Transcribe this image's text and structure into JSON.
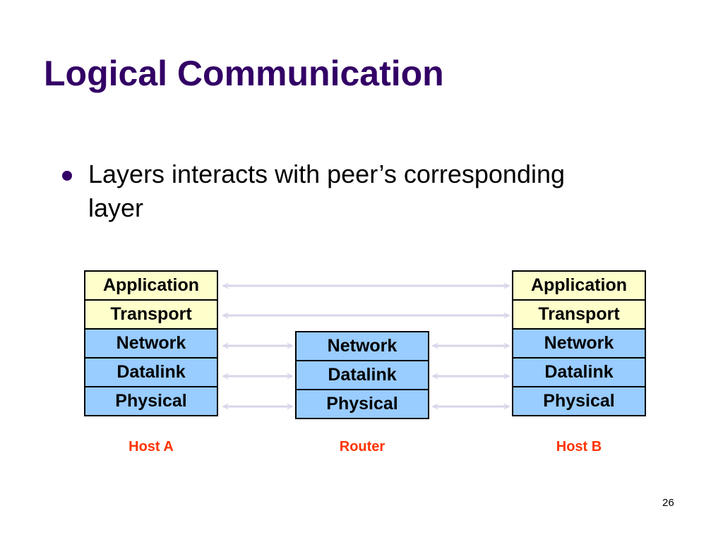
{
  "slide": {
    "title": "Logical Communication",
    "bullet": "Layers interacts with peer’s corresponding layer",
    "page_number": "26"
  },
  "diagram": {
    "host_a": {
      "label": "Host A",
      "layers": [
        "Application",
        "Transport",
        "Network",
        "Datalink",
        "Physical"
      ]
    },
    "router": {
      "label": "Router",
      "layers": [
        "Network",
        "Datalink",
        "Physical"
      ]
    },
    "host_b": {
      "label": "Host B",
      "layers": [
        "Application",
        "Transport",
        "Network",
        "Datalink",
        "Physical"
      ]
    }
  },
  "colors": {
    "title": "#330066",
    "bullet": "#330066",
    "upper_layer_fill": "#ffffcc",
    "lower_layer_fill": "#99ccff",
    "device_label": "#ff3300",
    "arrow": "#d9d4ea"
  }
}
